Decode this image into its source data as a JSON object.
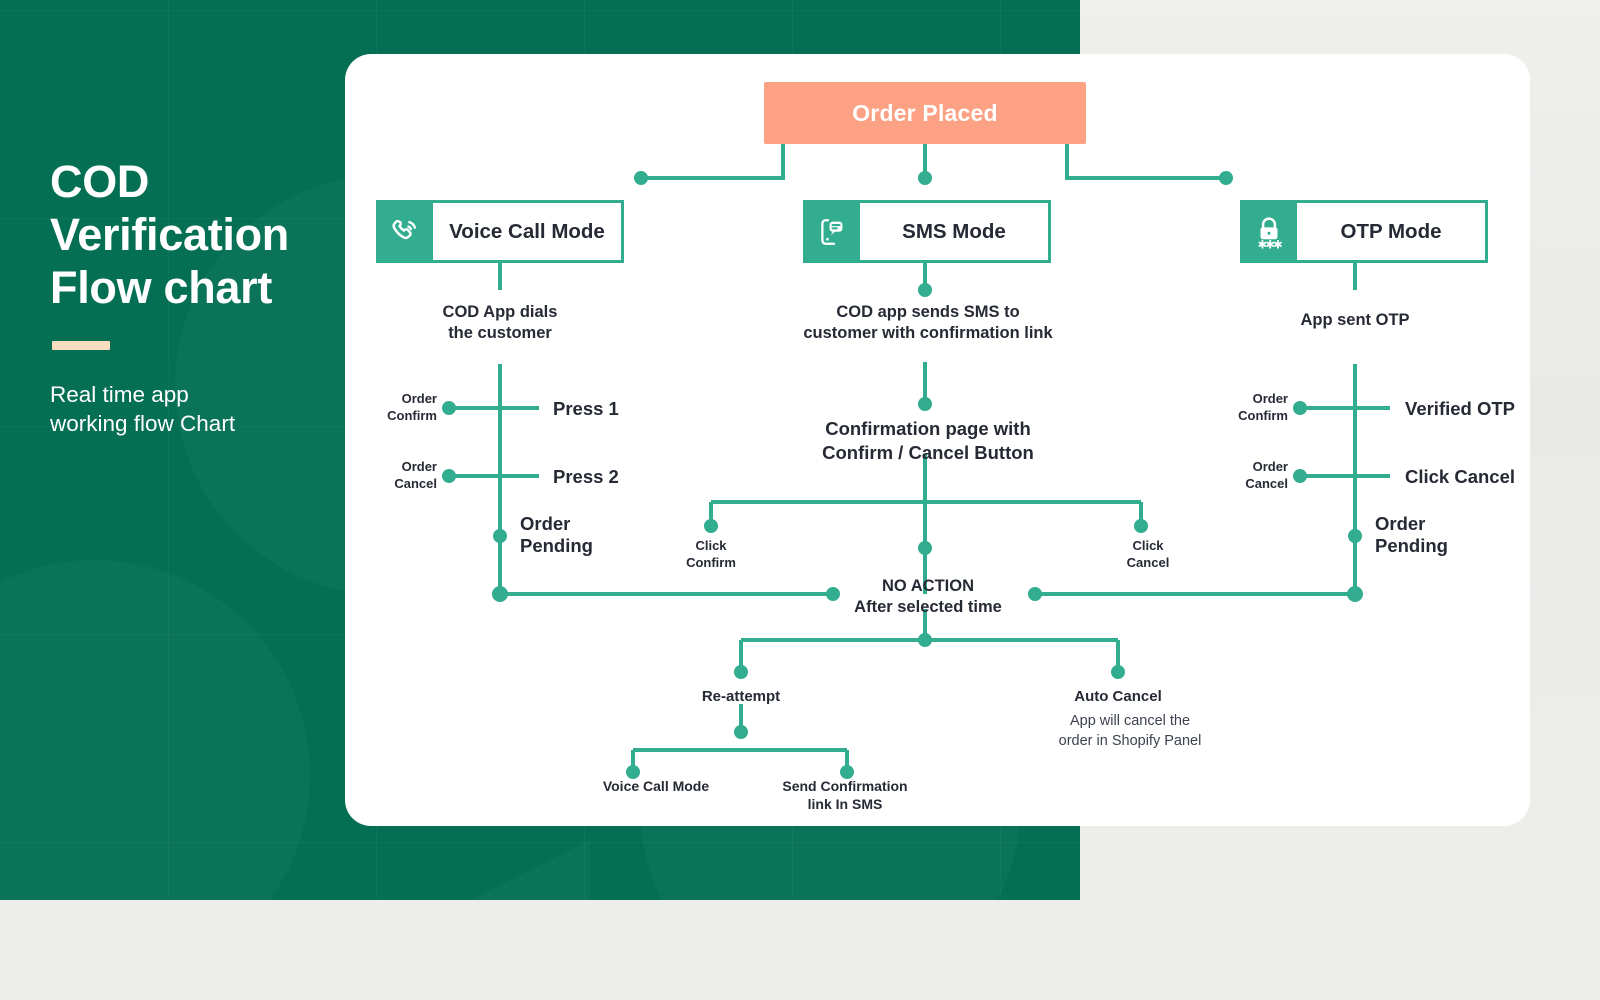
{
  "theme": {
    "green_panel": "#046f53",
    "teal_accent": "#33ad8f",
    "salmon": "#fca184",
    "card_bg": "#ffffff",
    "text_dark": "#262a35",
    "rule_color": "#fadcbe"
  },
  "left_panel": {
    "title_line1": "COD",
    "title_line2": "Verification",
    "title_line3": "Flow chart",
    "subtitle_line1": "Real time app",
    "subtitle_line2": "working flow Chart"
  },
  "chart_data": {
    "type": "diagram",
    "title": "COD Verification Flow chart",
    "root": "Order Placed",
    "modes": [
      {
        "id": "voice",
        "label": "Voice Call Mode",
        "icon": "phone-ring-icon"
      },
      {
        "id": "sms",
        "label": "SMS Mode",
        "icon": "message-phone-icon"
      },
      {
        "id": "otp",
        "label": "OTP Mode",
        "icon": "lock-asterisk-icon"
      }
    ],
    "branches": {
      "voice": {
        "step": "COD App dials\nthe customer",
        "outcomes": [
          {
            "left": "Order\nConfirm",
            "right": "Press 1"
          },
          {
            "left": "Order\nCancel",
            "right": "Press 2"
          },
          {
            "left": "",
            "right": "Order\nPending"
          }
        ]
      },
      "sms": {
        "step": "COD app sends SMS to\ncustomer with confirmation link",
        "step2": "Confirmation page with\nConfirm / Cancel Button",
        "outcomes": [
          {
            "label": "Click\nConfirm"
          },
          {
            "label": "Click\nCancel"
          }
        ]
      },
      "otp": {
        "step": "App sent OTP",
        "outcomes": [
          {
            "left": "Order\nConfirm",
            "right": "Verified OTP"
          },
          {
            "left": "Order\nCancel",
            "right": "Click Cancel"
          },
          {
            "left": "",
            "right": "Order\nPending"
          }
        ]
      }
    },
    "merge_node": {
      "line1": "NO ACTION",
      "line2": "After selected time"
    },
    "final": [
      {
        "label": "Re-attempt",
        "children": [
          {
            "label": "Voice Call Mode"
          },
          {
            "label": "Send Confirmation\nlink In SMS"
          }
        ]
      },
      {
        "label": "Auto Cancel",
        "note_line1": "App will cancel the",
        "note_line2": "order in Shopify Panel"
      }
    ]
  },
  "labels": {
    "order_placed": "Order Placed",
    "voice_mode": "Voice Call Mode",
    "sms_mode": "SMS Mode",
    "otp_mode": "OTP Mode",
    "voice_step_l1": "COD App dials",
    "voice_step_l2": "the customer",
    "sms_step_l1": "COD app sends SMS to",
    "sms_step_l2": "customer with confirmation link",
    "otp_step": "App sent OTP",
    "order_confirm_l1": "Order",
    "order_confirm_l2": "Confirm",
    "order_cancel_l1": "Order",
    "order_cancel_l2": "Cancel",
    "press1": "Press 1",
    "press2": "Press 2",
    "order_pending_l1": "Order",
    "order_pending_l2": "Pending",
    "verified_otp": "Verified OTP",
    "click_cancel": "Click Cancel",
    "confirmation_page_l1": "Confirmation page with",
    "confirmation_page_l2": "Confirm / Cancel Button",
    "click_confirm_l1": "Click",
    "click_confirm_l2": "Confirm",
    "click_cancel_l1": "Click",
    "click_cancel_l2": "Cancel",
    "no_action_l1": "NO ACTION",
    "no_action_l2": "After selected time",
    "re_attempt": "Re-attempt",
    "auto_cancel": "Auto Cancel",
    "auto_cancel_note_l1": "App will cancel the",
    "auto_cancel_note_l2": "order in Shopify Panel",
    "bottom_voice": "Voice Call Mode",
    "bottom_sms_l1": "Send Confirmation",
    "bottom_sms_l2": "link In SMS"
  }
}
